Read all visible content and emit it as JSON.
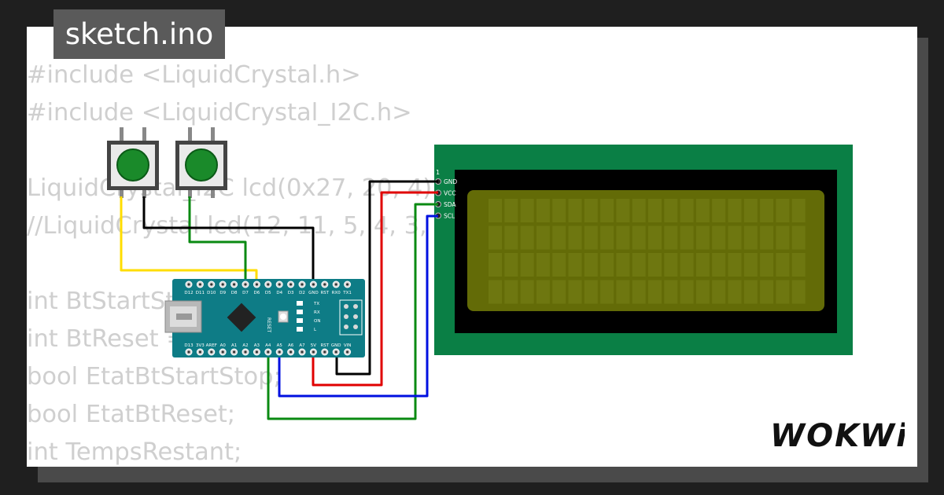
{
  "title": "sketch.ino",
  "code": {
    "lines": [
      "#include <LiquidCrystal.h>",
      "#include <LiquidCrystal_I2C.h>",
      "",
      "LiquidCrystal_I2C lcd(0x27, 20, 4);",
      "//LiquidCrystal lcd(12, 11, 5, 4, 3, 2);",
      "",
      "int BtStartStop = 6;",
      "int BtReset = 7;",
      "bool EtatBtStartStop;",
      "bool EtatBtReset;",
      "int TempsRestant;"
    ]
  },
  "lcd": {
    "pin_number": "1",
    "pins": [
      "GND",
      "VCC",
      "SDA",
      "SCL"
    ]
  },
  "nano": {
    "top_pins": [
      "D12",
      "D11",
      "D10",
      "D9",
      "D8",
      "D7",
      "D6",
      "D5",
      "D4",
      "D3",
      "D2",
      "GND",
      "RST",
      "RX0",
      "TX1"
    ],
    "bottom_pins": [
      "D13",
      "3V3",
      "AREF",
      "A0",
      "A1",
      "A2",
      "A3",
      "A4",
      "A5",
      "A6",
      "A7",
      "5V",
      "RST",
      "GND",
      "VIN"
    ],
    "reset_label": "RESET",
    "led_labels": [
      "TX",
      "RX",
      "ON",
      "L"
    ]
  },
  "brand": "WOKWi",
  "colors": {
    "board": "#0e7c86",
    "lcd_pcb": "#0a7f45",
    "lcd_screen": "#636b07",
    "button_cap": "#1a8a2a",
    "wire_yellow": "#ffdd00",
    "wire_green": "#0a8a12",
    "wire_black": "#000000",
    "wire_red": "#e00000",
    "wire_blue": "#0010e0"
  }
}
